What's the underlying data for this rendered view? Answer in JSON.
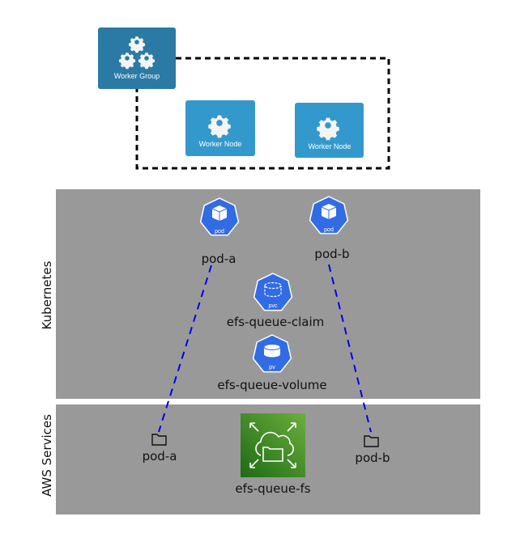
{
  "worker_group": {
    "label": "Worker Group",
    "color": "#2a7aa5"
  },
  "worker_nodes": [
    {
      "label": "Worker Node",
      "color": "#3399cc"
    },
    {
      "label": "Worker Node",
      "color": "#3399cc"
    }
  ],
  "kubernetes": {
    "section_label": "Kubernetes",
    "pods": [
      {
        "badge": "pod",
        "label": "pod-a"
      },
      {
        "badge": "pod",
        "label": "pod-b"
      }
    ],
    "pvc": {
      "badge": "pvc",
      "label": "efs-queue-claim"
    },
    "pv": {
      "badge": "pv",
      "label": "efs-queue-volume"
    },
    "icon_color": "#326ce5"
  },
  "aws": {
    "section_label": "AWS Services",
    "folders": [
      {
        "label": "pod-a"
      },
      {
        "label": "pod-b"
      }
    ],
    "efs": {
      "label": "efs-queue-fs",
      "color": "#3f8624"
    }
  },
  "panel_color": "#999999",
  "link_color": "#0000ee"
}
